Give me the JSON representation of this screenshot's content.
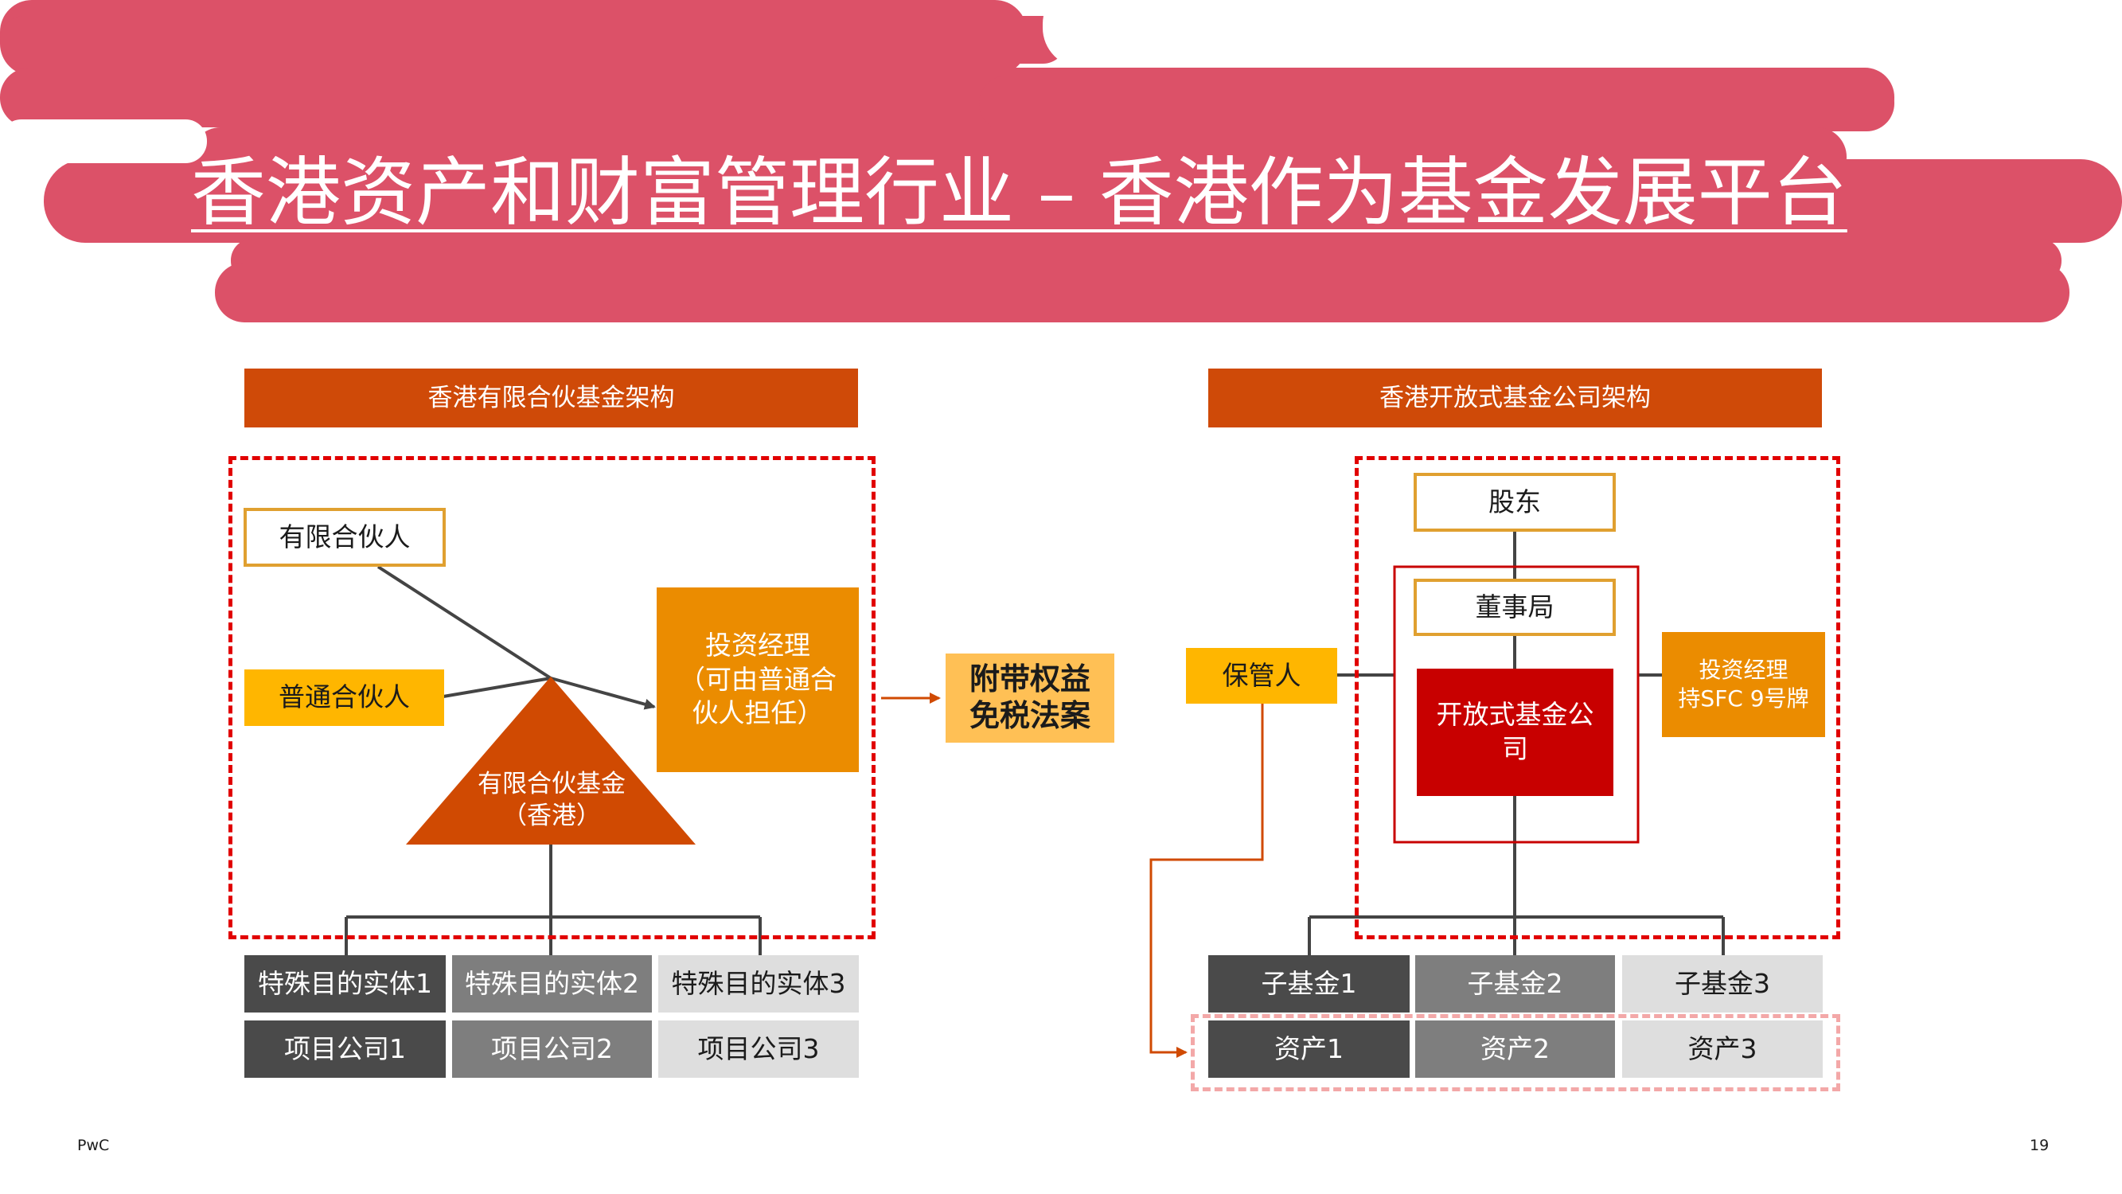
{
  "title": "香港资产和财富管理行业 – 香港作为基金发展平台",
  "colors": {
    "banner": "#dc5168",
    "header": "#cf4a08",
    "yellow": "#ffb600",
    "orange": "#eb8c00",
    "red_box": "#c80000",
    "dashed_red": "#e10000"
  },
  "left_diagram": {
    "header": "香港有限合伙基金架构",
    "limited_partner": "有限合伙人",
    "general_partner": "普通合伙人",
    "investment_manager": [
      "投资经理",
      "（可由普通合",
      "伙人担任）"
    ],
    "fund": [
      "有限合伙基金",
      "（香港）"
    ],
    "spvs": [
      "特殊目的实体1",
      "特殊目的实体2",
      "特殊目的实体3"
    ],
    "projects": [
      "项目公司1",
      "项目公司2",
      "项目公司3"
    ]
  },
  "middle_tag": [
    "附带权益",
    "免税法案"
  ],
  "right_diagram": {
    "header": "香港开放式基金公司架构",
    "shareholders": "股东",
    "board": "董事局",
    "custodian": "保管人",
    "ofc": [
      "开放式基金公",
      "司"
    ],
    "investment_manager": [
      "投资经理",
      "持SFC 9号牌"
    ],
    "subfunds": [
      "子基金1",
      "子基金2",
      "子基金3"
    ],
    "assets": [
      "资产1",
      "资产2",
      "资产3"
    ]
  },
  "footer": {
    "brand": "PwC",
    "page": "19"
  }
}
